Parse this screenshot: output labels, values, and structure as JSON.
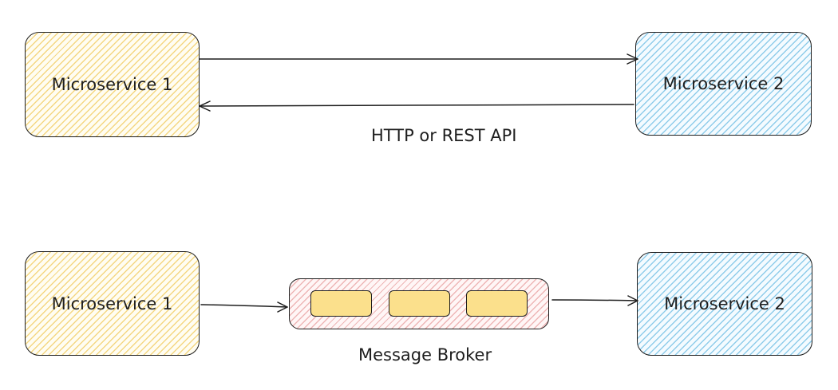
{
  "diagram": {
    "top": {
      "left_node": "Microservice 1",
      "right_node": "Microservice 2",
      "connection_label": "HTTP or REST API"
    },
    "bottom": {
      "left_node": "Microservice 1",
      "right_node": "Microservice 2",
      "broker_label": "Message Broker",
      "queue_slots": 3
    }
  },
  "colors": {
    "service_a_hatch": "#f2d06e",
    "service_b_hatch": "#7dc4e6",
    "broker_hatch": "#e8a0a0",
    "queue_slot_fill": "#fbe08c",
    "stroke": "#1e1e1e"
  }
}
